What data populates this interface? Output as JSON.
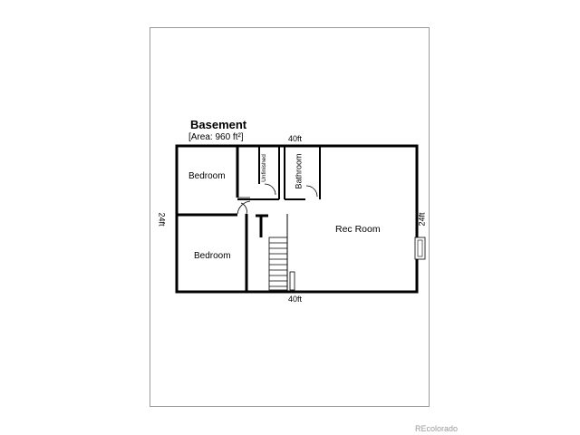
{
  "plan": {
    "title": "Basement",
    "area": "[Area: 960 ft²]",
    "dimensions": {
      "top": "40ft",
      "bottom": "40ft",
      "left": "24ft",
      "right": "24ft"
    },
    "rooms": {
      "bedroom_upper": "Bedroom",
      "bedroom_lower": "Bedroom",
      "rec_room": "Rec Room",
      "unfinished": "Unfinished",
      "bathroom": "Bathroom"
    }
  },
  "watermark": "REcolorado",
  "colors": {
    "wall": "#000000",
    "frame": "#9a9a9a",
    "watermark": "#9a9a9a"
  }
}
